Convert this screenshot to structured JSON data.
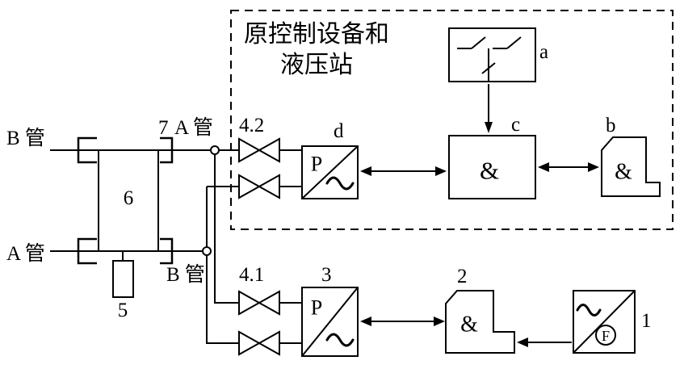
{
  "title": {
    "line1": "原控制设备和",
    "line2": "液压站"
  },
  "labels": {
    "pipe_b_upper": "B 管",
    "pipe_a_lower": "A 管",
    "pipe_a_upper_right": "A 管",
    "pipe_b_lower_right": "B 管",
    "item_7": "7",
    "item_6": "6",
    "item_5": "5",
    "valve_42": "4.2",
    "valve_41": "4.1",
    "box_d": "d",
    "box_a": "a",
    "box_c": "c",
    "box_b": "b",
    "box_3": "3",
    "box_2": "2",
    "box_1": "1"
  },
  "symbols": {
    "and_c": "&",
    "and_b": "&",
    "and_2": "&",
    "pressure_d": "P",
    "pressure_3": "P",
    "flow_f": "F"
  },
  "colors": {
    "line": "#000000",
    "background": "#ffffff"
  }
}
